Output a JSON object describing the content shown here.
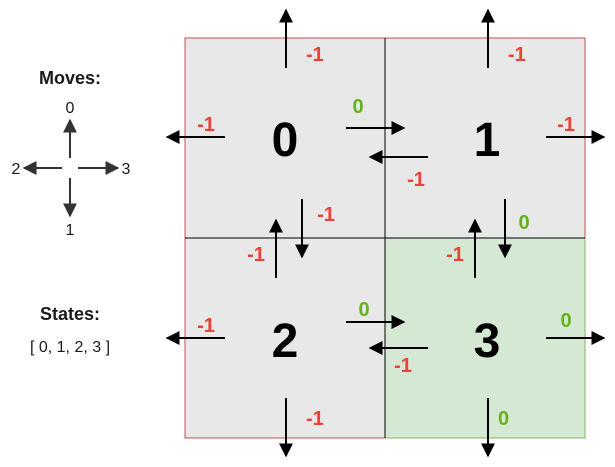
{
  "moves": {
    "title": "Moves:",
    "up": "0",
    "down": "1",
    "left": "2",
    "right": "3"
  },
  "states": {
    "title": "States:",
    "list": "[ 0, 1, 2, 3 ]"
  },
  "grid": {
    "cells": [
      {
        "label": "0",
        "fill": "#e8e8e8"
      },
      {
        "label": "1",
        "fill": "#e8e8e8"
      },
      {
        "label": "2",
        "fill": "#e8e8e8"
      },
      {
        "label": "3",
        "fill": "#d5e8d4"
      }
    ],
    "border_color": "#b85450",
    "goal_border_color": "#82b366"
  },
  "rewards": {
    "cell0_up": "-1",
    "cell1_up": "-1",
    "cell0_left": "-1",
    "cell0_to_1": "0",
    "cell1_to_0": "-1",
    "cell1_right": "-1",
    "cell0_to_2": "-1",
    "cell2_to_0": "-1",
    "cell1_to_3": "0",
    "cell3_to_1": "-1",
    "cell2_left": "-1",
    "cell2_to_3": "0",
    "cell3_to_2": "-1",
    "cell3_right": "0",
    "cell2_down": "-1",
    "cell3_down": "0"
  },
  "colors": {
    "negative": "#ea4335",
    "zero": "#66b21c",
    "arrow": "#000000"
  }
}
